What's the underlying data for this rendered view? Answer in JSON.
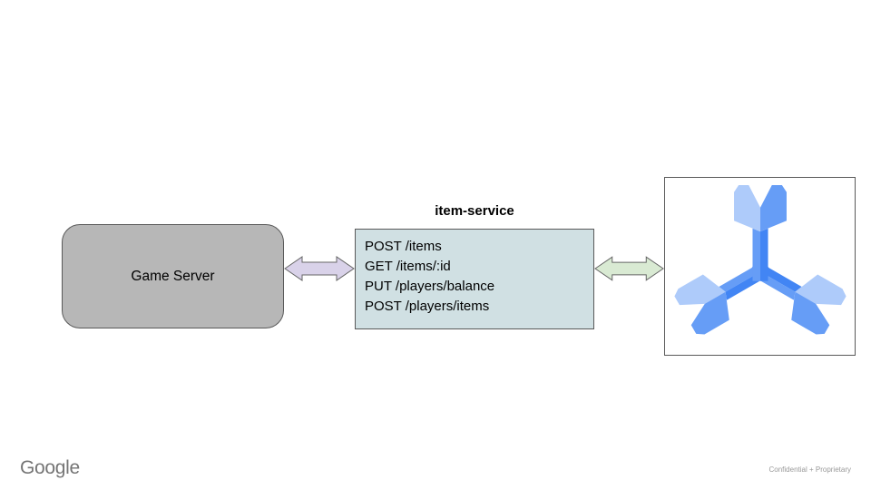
{
  "slide": {
    "background": "#ffffff"
  },
  "nodes": {
    "game_server": {
      "label": "Game Server",
      "fill": "#b7b7b7",
      "border": "#595959"
    },
    "item_service": {
      "title": "item-service",
      "endpoints": [
        "POST /items",
        "GET /items/:id",
        "PUT /players/balance",
        "POST /players/items"
      ],
      "fill": "#d0e0e3",
      "border": "#595959"
    },
    "spanner": {
      "icon": "cloud-spanner-icon",
      "colors": {
        "light": "#aecbfa",
        "medium": "#669df6",
        "dark": "#4285f4"
      },
      "border": "#595959"
    }
  },
  "connectors": {
    "left_arrow": {
      "type": "double-headed",
      "fill": "#d9d2e9",
      "stroke": "#666666"
    },
    "right_arrow": {
      "type": "double-headed",
      "fill": "#d9ead3",
      "stroke": "#666666"
    }
  },
  "footer": {
    "brand": "Google",
    "classification": "Confidential + Proprietary"
  }
}
